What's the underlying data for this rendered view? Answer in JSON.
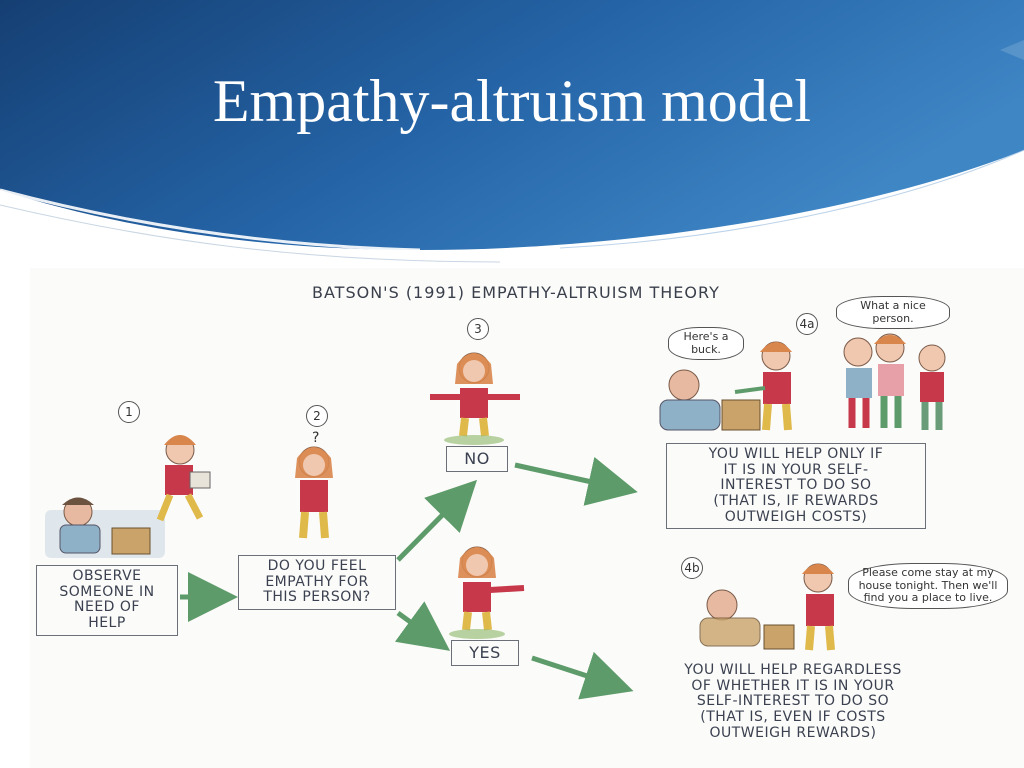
{
  "slide": {
    "title": "Empathy-altruism model",
    "colors": {
      "header_dark": "#1a4f8c",
      "header_light": "#3f86c5",
      "arrow_green": "#5e9b6a"
    }
  },
  "diagram": {
    "title": "BATSON'S (1991) EMPATHY-ALTRUISM THEORY",
    "steps": {
      "s1": "1",
      "s2": "2",
      "s3": "3",
      "s4a": "4a",
      "s4b": "4b"
    },
    "boxes": {
      "observe": "OBSERVE\nSOMEONE IN\nNEED OF\nHELP",
      "question": "DO YOU FEEL\nEMPATHY FOR\nTHIS PERSON?",
      "no": "NO",
      "yes": "YES",
      "outcome_no": "YOU WILL HELP ONLY IF\nIT IS IN YOUR SELF-\nINTEREST TO DO SO\n(THAT IS, IF REWARDS\nOUTWEIGH COSTS)",
      "outcome_yes": "YOU WILL HELP REGARDLESS\nOF WHETHER IT IS IN YOUR\nSELF-INTEREST TO DO SO\n(THAT IS, EVEN IF COSTS\nOUTWEIGH REWARDS)"
    },
    "bubbles": {
      "heres_a_buck": "Here's a buck.",
      "nice_person": "What a nice person.",
      "please_stay": "Please come stay at my house tonight. Then we'll find you a place to live."
    }
  }
}
